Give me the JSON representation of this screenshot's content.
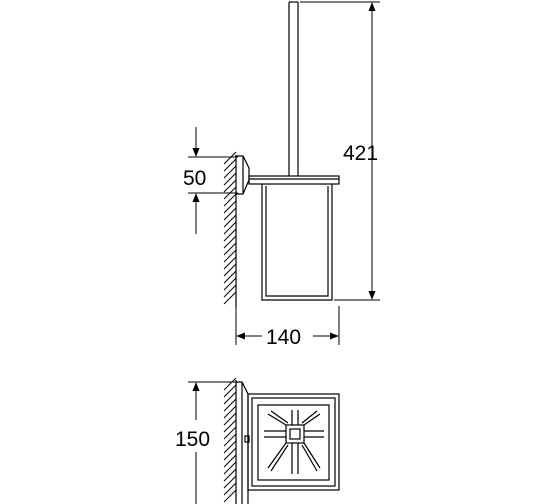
{
  "drawing": {
    "line_color": "#000000",
    "background": "#ffffff",
    "dimensions": {
      "height_total": "421",
      "bracket_height": "50",
      "projection": "140",
      "width": "150"
    }
  }
}
